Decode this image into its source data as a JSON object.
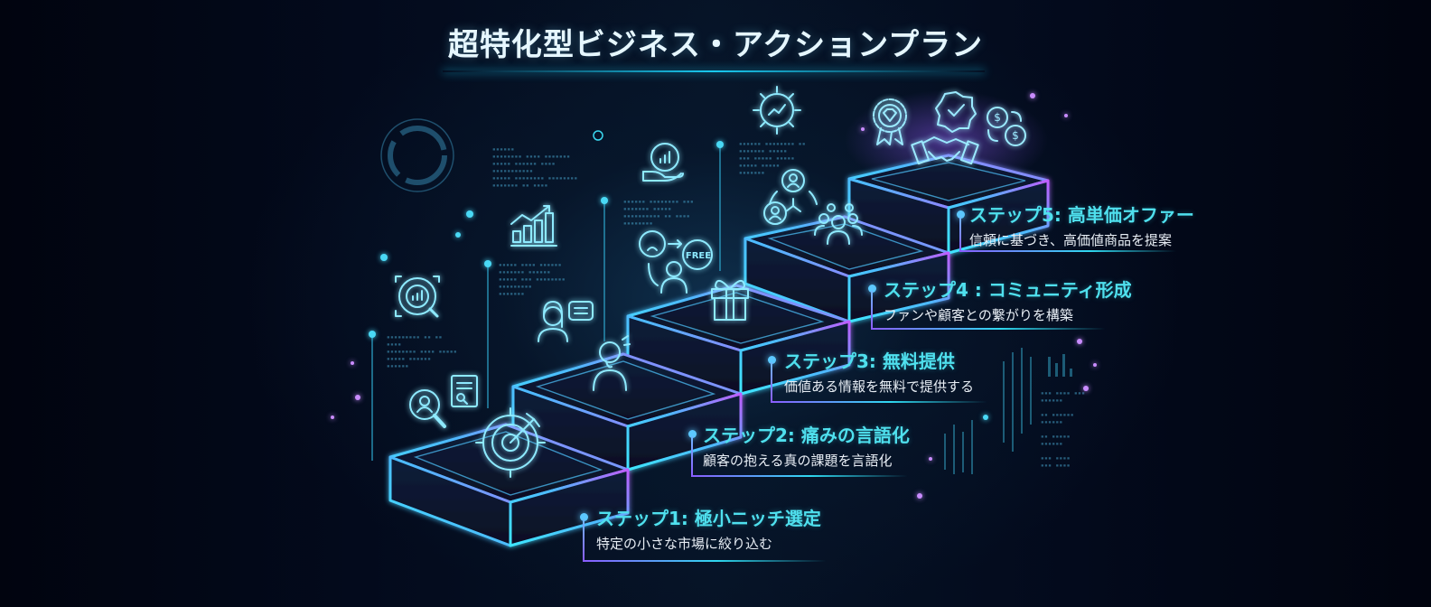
{
  "title": "超特化型ビジネス・アクションプラン",
  "colors": {
    "background": "#020716",
    "title": "#e6f7ff",
    "step_title": "#4fe0ee",
    "step_desc": "#e8eef5",
    "neon_cyan": "#3ee6ff",
    "neon_violet": "#b15cff"
  },
  "steps": [
    {
      "number": 1,
      "title": "ステップ1: 極小ニッチ選定",
      "description": "特定の小さな市場に絞り込む",
      "icons": [
        "target-icon",
        "person-search-icon",
        "document-search-icon"
      ]
    },
    {
      "number": 2,
      "title": "ステップ2: 痛みの言語化",
      "description": "顧客の抱える真の課題を言語化",
      "icons": [
        "worried-person-icon",
        "speech-bubble-person-icon"
      ]
    },
    {
      "number": 3,
      "title": "ステップ3: 無料提供",
      "description": "価値ある情報を無料で提供する",
      "icons": [
        "gift-icon",
        "free-cycle-icon"
      ]
    },
    {
      "number": 4,
      "title": "ステップ4 : コミュニティ形成",
      "description": "ファンや顧客との繋がりを構築",
      "icons": [
        "group-icon",
        "network-icon"
      ]
    },
    {
      "number": 5,
      "title": "ステップ5: 高単価オファー",
      "description": "信頼に基づき、高価値商品を提案",
      "icons": [
        "handshake-icon",
        "award-diamond-icon",
        "verified-badge-icon",
        "dollar-exchange-icon"
      ]
    }
  ],
  "decor": {
    "free_badge": "FREE"
  }
}
